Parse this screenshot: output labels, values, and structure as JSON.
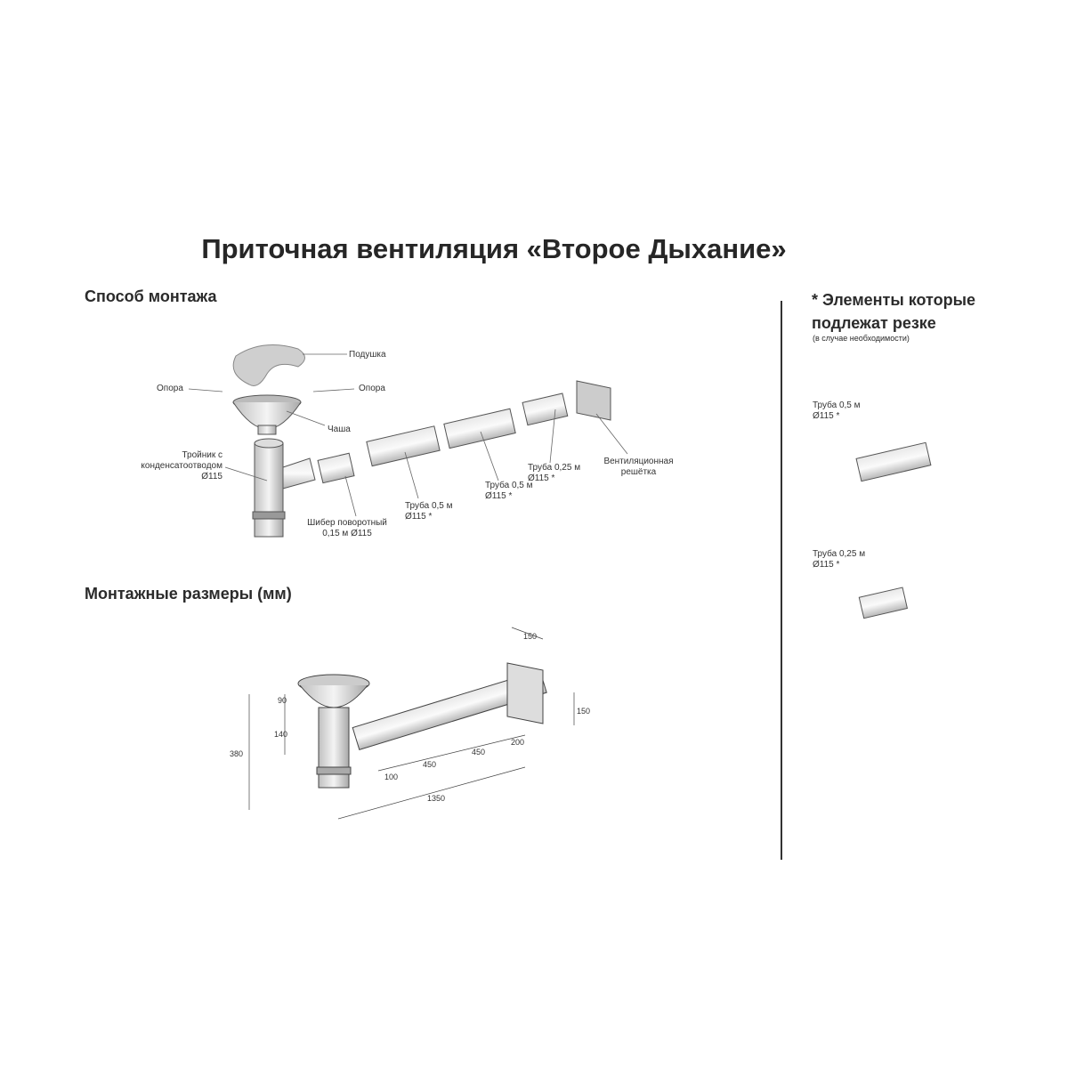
{
  "title": "Приточная вентиляция «Второе Дыхание»",
  "section_mount": {
    "heading": "Способ монтажа",
    "labels": {
      "pillow": "Подушка",
      "support_left": "Опора",
      "support_right": "Опора",
      "bowl": "Чаша",
      "tee": "Тройник с\nконденсатоотводом\nØ115",
      "damper": "Шибер поворотный\n0,15 м Ø115",
      "pipe1": "Труба 0,5 м\nØ115 *",
      "pipe2": "Труба 0,5 м\nØ115 *",
      "pipe3": "Труба 0,25 м\nØ115 *",
      "grille": "Вентиляционная\nрешётка"
    }
  },
  "section_dims": {
    "heading": "Монтажные размеры (мм)",
    "dims": {
      "d90": "90",
      "d140": "140",
      "d380": "380",
      "d100": "100",
      "d450a": "450",
      "d450b": "450",
      "d200": "200",
      "d1350": "1350",
      "d150w": "150",
      "d150h": "150"
    }
  },
  "side": {
    "heading": "* Элементы которые\nподлежат резке",
    "note": "(в случае необходимости)",
    "items": [
      {
        "label": "Труба 0,5 м\nØ115 *"
      },
      {
        "label": "Труба 0,25 м\nØ115 *"
      }
    ]
  }
}
